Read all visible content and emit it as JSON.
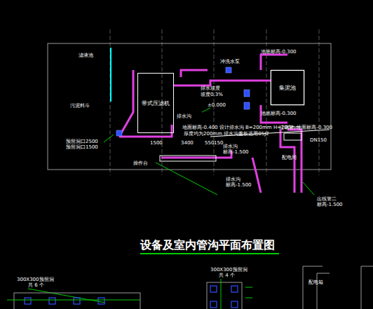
{
  "diagram": {
    "title": "设备及室内管沟平面布置图",
    "nodes": [
      {
        "text": [
          "带式压滤机"
        ]
      },
      {
        "text": [
          "集泥池"
        ]
      }
    ],
    "edges": [
      {
        "from": 0,
        "to": 1,
        "arrow": "none"
      }
    ],
    "labels": [
      "滤液池",
      "污泥料斗",
      "冲洗水泵",
      "池底标高-0.300",
      "排水坡度",
      "坡度0.3%",
      "±0.000",
      "排水沟",
      "地面标高-0.400  设计排水沟 B=200mm H=200mm",
      "厚度均为200mm 排水沟盖板选用05J2",
      "池底标高-0.300",
      "过墙管, 地面标高-0.300",
      "DN150",
      "配电间",
      "1500",
      "3400",
      "550",
      "150",
      "预留洞口2500",
      "预留洞口1500",
      "操作台",
      "排水沟",
      "标高-1.500",
      "排水沟",
      "标高-1.500",
      "出线管二",
      "标高-1.500",
      "300X300预留洞",
      "共 6 个",
      "300X300预留洞",
      "共 4 个",
      "配电箱"
    ]
  }
}
